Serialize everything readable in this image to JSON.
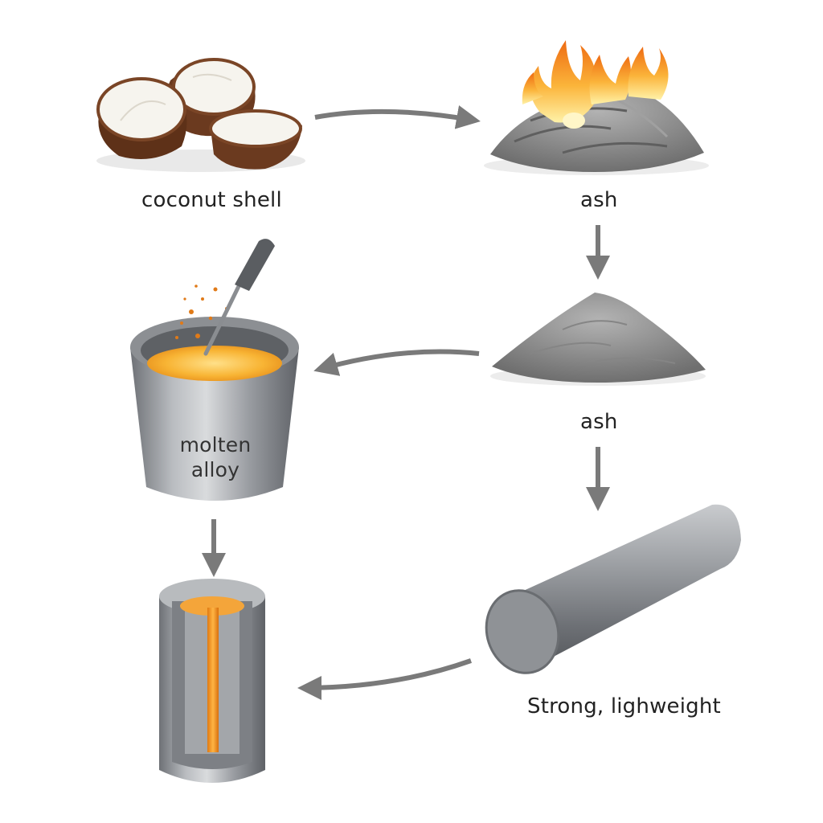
{
  "diagram": {
    "labels": {
      "coconut_shell": "coconut shell",
      "ash_burning": "ash",
      "ash_pile": "ash",
      "molten_alloy": "molten alloy",
      "rod": "Strong, lighweight"
    },
    "colors": {
      "metal": "#9a9da2",
      "ash": "#8e8e8e",
      "molten": "#f2a024",
      "flame": "#f58a1c",
      "coconut_husk": "#6b3a1f",
      "coconut_meat": "#f6f4ee",
      "arrow": "#7a7a7a"
    }
  }
}
